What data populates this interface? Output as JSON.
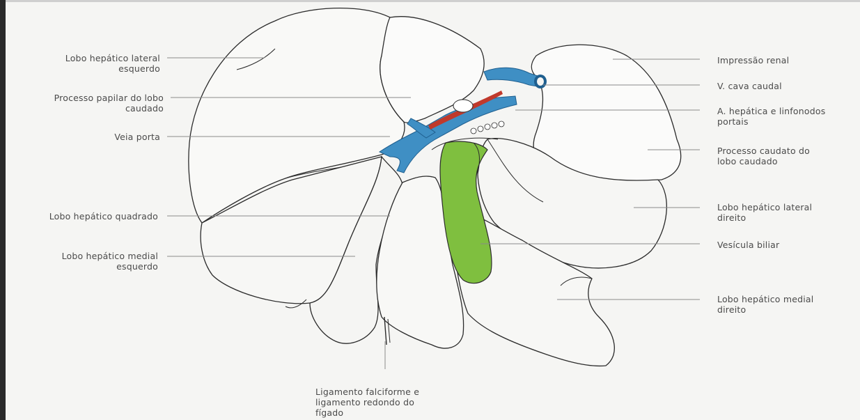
{
  "labels": {
    "lobo_lateral_esquerdo": [
      "Lobo hepático lateral",
      "esquerdo"
    ],
    "processo_papilar": [
      "Processo papilar do lobo",
      "caudado"
    ],
    "veia_porta": [
      "Veia porta"
    ],
    "lobo_quadrado": [
      "Lobo hepático quadrado"
    ],
    "lobo_medial_esquerdo": [
      "Lobo hepático medial",
      "esquerdo"
    ],
    "impressao_renal": [
      "Impressão renal"
    ],
    "cava_caudal": [
      "V. cava caudal"
    ],
    "hepatica_linfonodos": [
      "A. hepática e linfonodos",
      "portais"
    ],
    "processo_caudato": [
      "Processo caudato do",
      "lobo caudado"
    ],
    "lobo_lateral_direito": [
      "Lobo hepático lateral",
      "direito"
    ],
    "vesicula_biliar": [
      "Vesícula biliar"
    ],
    "lobo_medial_direito": [
      "Lobo hepático medial",
      "direito"
    ],
    "ligamento": [
      "Ligamento falciforme e",
      "ligamento redondo do",
      "fígado"
    ]
  },
  "colors": {
    "vessel": "#3f8fc4",
    "vessel_dark": "#1f5f8f",
    "gallbladder": "#7fbf3f",
    "artery": "#c0392b",
    "outline": "#2b2b2b",
    "leader": "#8a8a8a",
    "lobe_fill": "#f8f8f6"
  }
}
